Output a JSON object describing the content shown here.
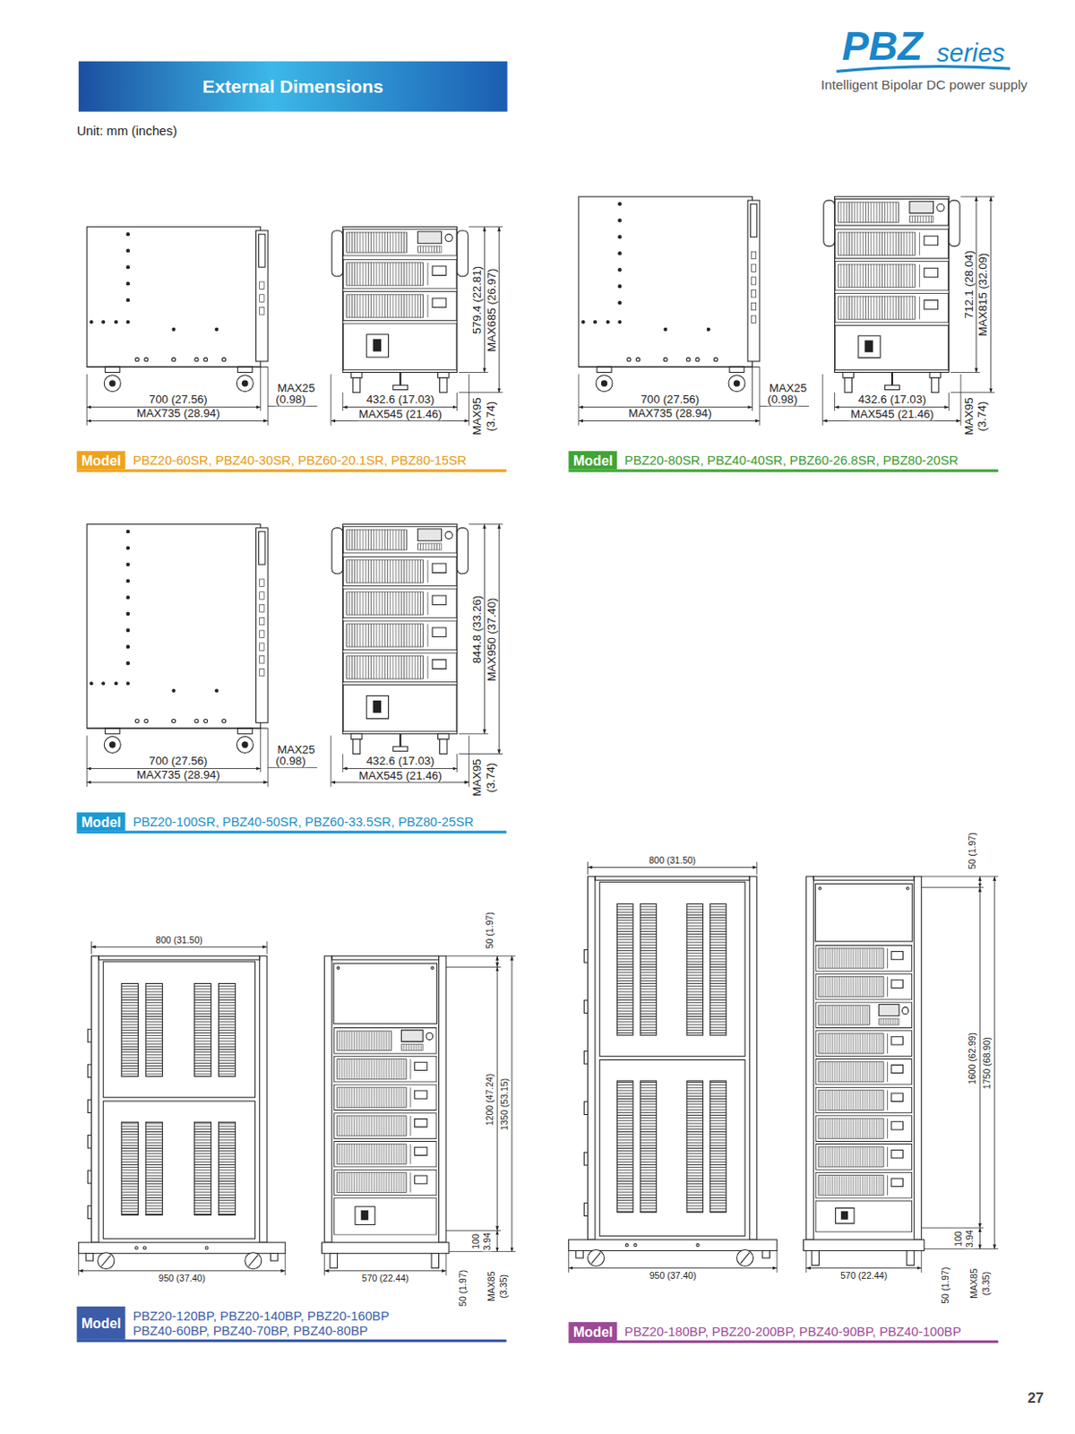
{
  "diagram": {
    "title": "External Dimensions",
    "nodes": [
      {
        "text": [
          "Model",
          "PBZ20-60SR, PBZ40-30SR, PBZ60-20.1SR, PBZ80-15SR"
        ]
      },
      {
        "text": [
          "Model",
          "PBZ20-80SR, PBZ40-40SR, PBZ60-26.8SR, PBZ80-20SR"
        ]
      },
      {
        "text": [
          "Model",
          "PBZ20-100SR, PBZ40-50SR, PBZ60-33.5SR, PBZ80-25SR"
        ]
      },
      {
        "text": [
          "Model",
          "PBZ20-120BP, PBZ20-140BP, PBZ20-160BP PBZ40-60BP, PBZ40-70BP, PBZ40-80BP"
        ]
      },
      {
        "text": [
          "Model",
          "PBZ20-180BP, PBZ20-200BP, PBZ40-90BP, PBZ40-100BP"
        ]
      }
    ],
    "labels": [
      "PBZ",
      "series",
      "Intelligent Bipolar DC power supply",
      "Unit: mm (inches)",
      "700 (27.56)",
      "MAX735 (28.94)",
      "MAX25",
      "(0.98)",
      "432.6 (17.03)",
      "MAX545 (21.46)",
      "579.4 (22.81)",
      "MAX685 (26.97)",
      "MAX95",
      "(3.74)",
      "700 (27.56)",
      "MAX735 (28.94)",
      "MAX25",
      "(0.98)",
      "432.6 (17.03)",
      "MAX545 (21.46)",
      "712.1 (28.04)",
      "MAX815 (32.09)",
      "MAX95",
      "(3.74)",
      "700 (27.56)",
      "MAX735 (28.94)",
      "MAX25",
      "(0.98)",
      "432.6 (17.03)",
      "MAX545 (21.46)",
      "844.8 (33.26)",
      "MAX950 (37.40)",
      "MAX95",
      "(3.74)",
      "800 (31.50)",
      "50 (1.97)",
      "1200 (47.24)",
      "1350 (53.15)",
      "100",
      "3.94",
      "950 (37.40)",
      "570 (22.44)",
      "50 (1.97)",
      "MAX85",
      "(3.35)",
      "800 (31.50)",
      "50 (1.97)",
      "1600 (62.99)",
      "1750 (68.90)",
      "100",
      "3.94",
      "950 (37.40)",
      "570 (22.44)",
      "50 (1.97)",
      "MAX85",
      "(3.35)",
      "27"
    ]
  }
}
